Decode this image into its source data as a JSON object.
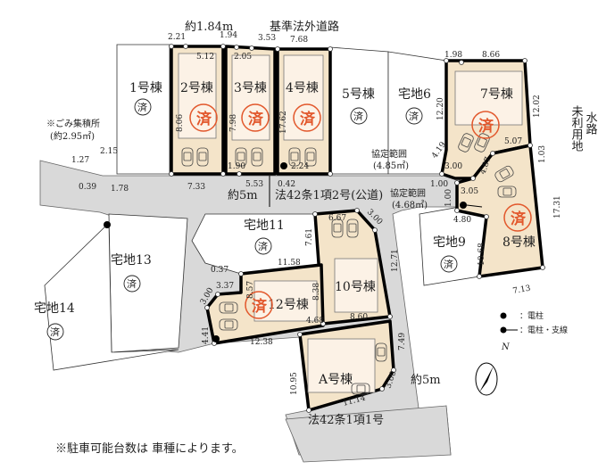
{
  "colors": {
    "lot": "#f4e4c9",
    "road": "#d9d9d9",
    "stamp": "#e2572b"
  },
  "sold_mark": "済",
  "lots": {
    "l1": "1号棟",
    "l2": "2号棟",
    "l3": "3号棟",
    "l4": "4号棟",
    "l5": "5号棟",
    "l6": "宅地6",
    "l7": "7号棟",
    "l8": "8号棟",
    "l9": "宅地9",
    "l10": "10号棟",
    "l11": "宅地11",
    "l12": "12号棟",
    "l13": "宅地13",
    "l14": "宅地14",
    "lA": "A号棟"
  },
  "roads": {
    "top_road": "基準法外道路",
    "top_width": "約1.84m",
    "main_road": "法42条1項2号(公道)",
    "main_width": "約5m",
    "bottom_road": "法42条1項1号",
    "bottom_width": "約5m",
    "waterway": "水路",
    "unused": "未利用地"
  },
  "notes": {
    "garbage": "※ごみ集積所",
    "garbage_area": "(約2.95㎡)",
    "agreement": "協定範囲",
    "agreement_area1": "(4.85㎡)",
    "agreement_area2": "(4.68㎡)",
    "parking": "※駐車可能台数は 車種によります。"
  },
  "legend": {
    "pole": "：電柱",
    "pole_guy": "：電柱・支線",
    "north": "N"
  },
  "dims": {
    "d1": "2.21",
    "d2": "1.94",
    "d3": "3.53",
    "d4": "7.68",
    "d5": "5.12",
    "d6": "2.05",
    "d7": "8.06",
    "d8": "7.98",
    "d9": "17.62",
    "d10": "1.90",
    "d11": "2.24",
    "d12": "7.33",
    "d13": "5.53",
    "d14": "0.42",
    "d15": "2.15",
    "d16": "1.27",
    "d17": "0.39",
    "d18": "1.78",
    "d19": "1.98",
    "d20": "8.66",
    "d21": "12.20",
    "d22": "12.02",
    "d23": "5.07",
    "d24": "4.19",
    "d25": "3.00",
    "d26": "1.00",
    "d27": "3.05",
    "d28": "1.00",
    "d29": "4.80",
    "d30": "4.87",
    "d31": "1.03",
    "d32": "17.31",
    "d33": "6.67",
    "d34": "3.00",
    "d35": "7.61",
    "d36": "11.58",
    "d37": "12.71",
    "d38": "10.68",
    "d39": "7.13",
    "d40": "0.37",
    "d41": "3.37",
    "d42": "3.00",
    "d43": "8.57",
    "d44": "8.38",
    "d45": "4.68",
    "d46": "8.60",
    "d47": "4.41",
    "d48": "12.38",
    "d49": "7.49",
    "d50": "10.95",
    "d51": "3.00",
    "d52": "11.14"
  }
}
